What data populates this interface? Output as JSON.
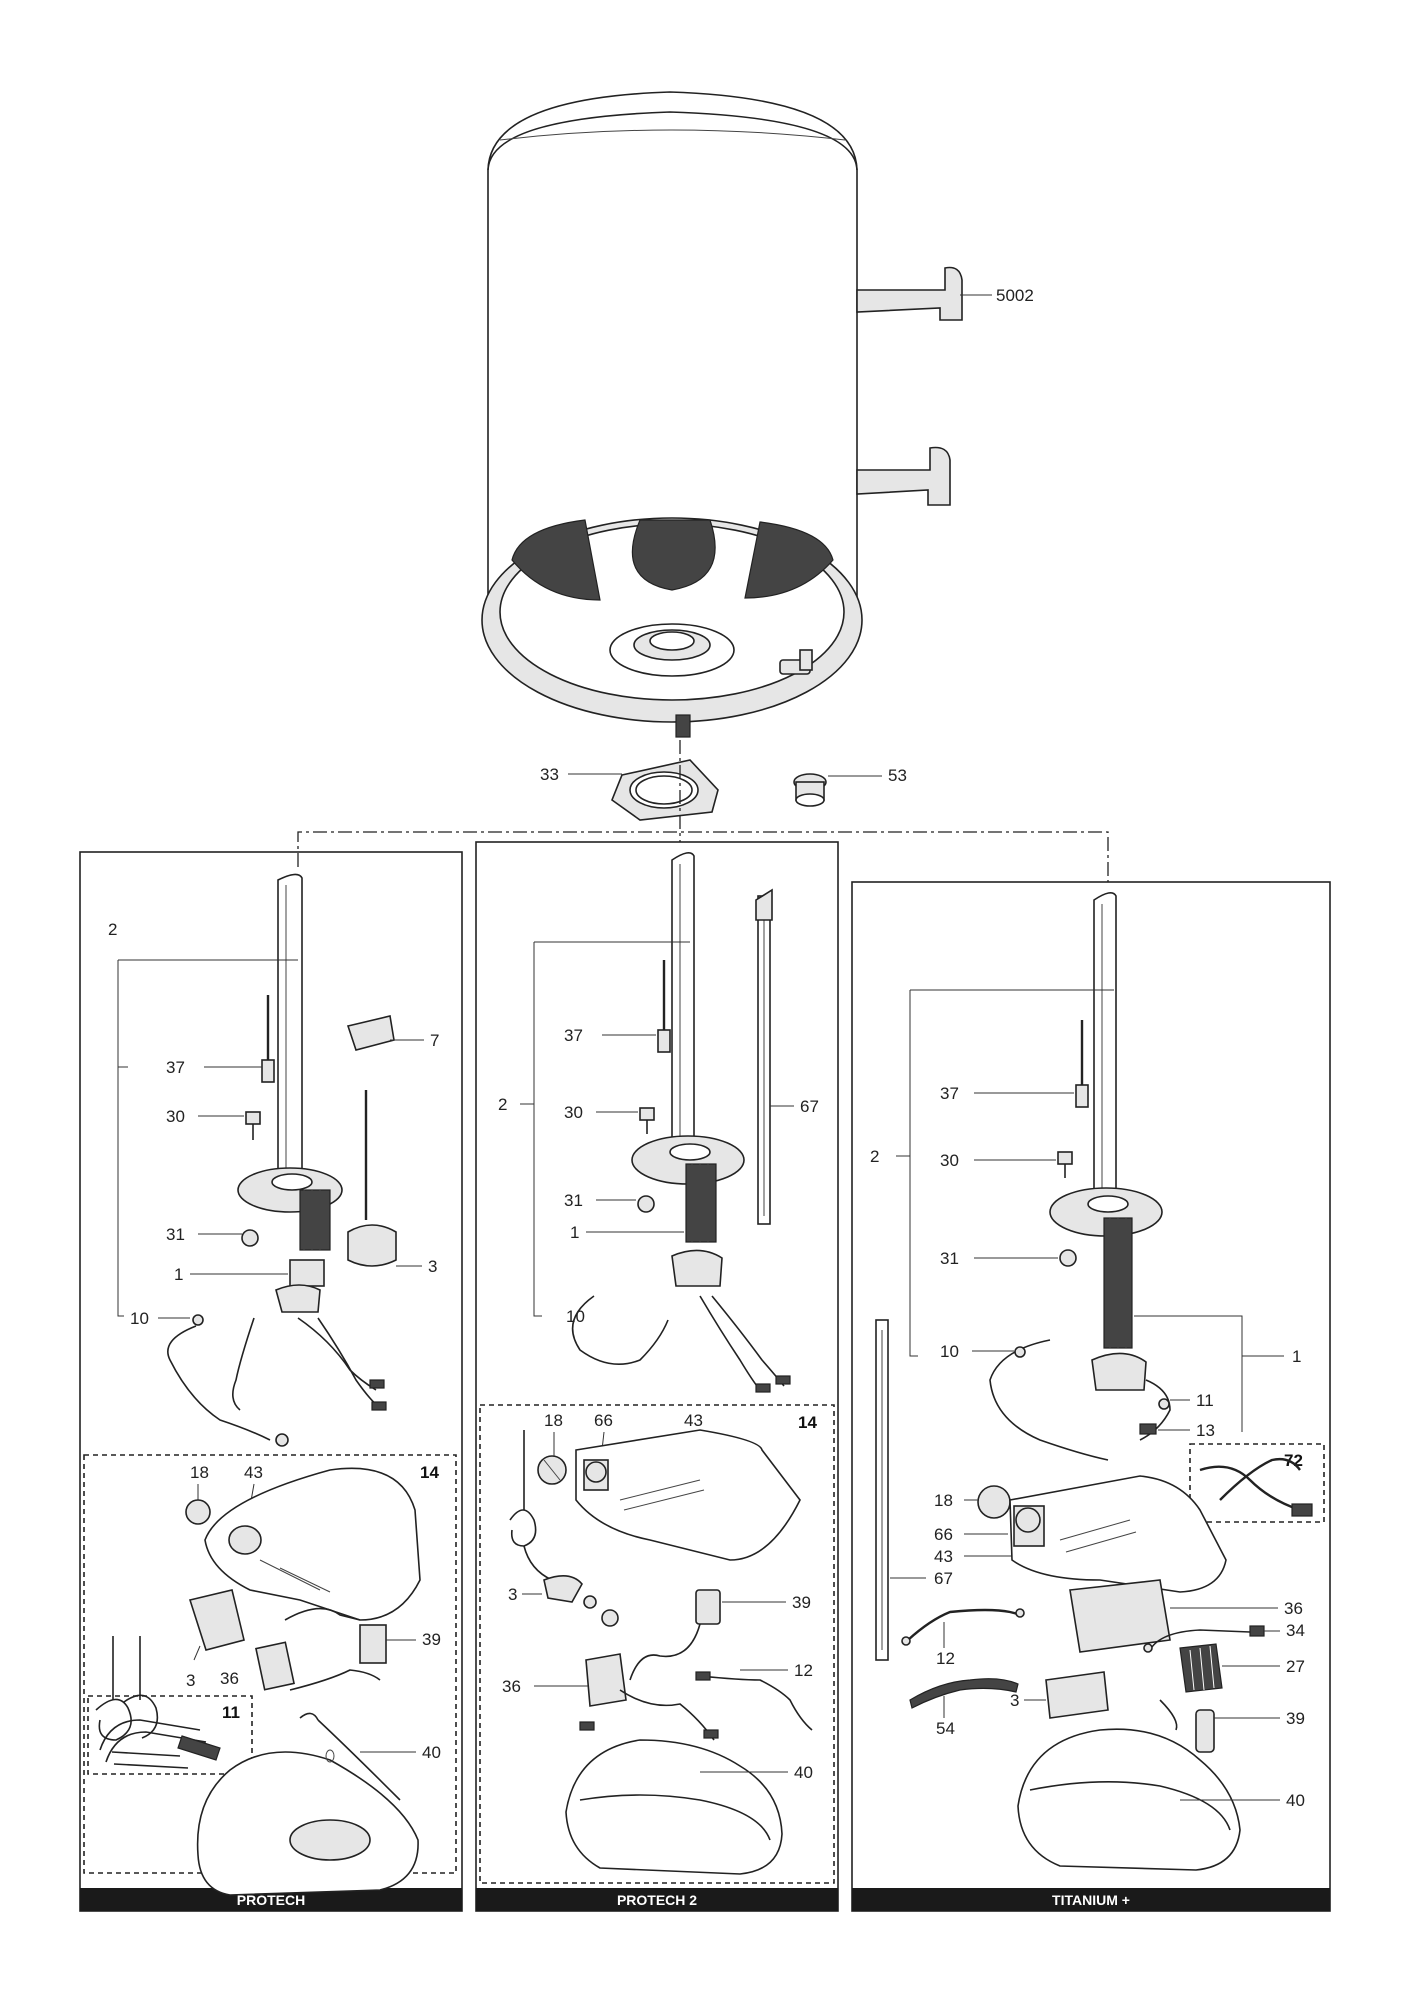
{
  "labels": {
    "l5002": "5002",
    "l33": "33",
    "l53": "53",
    "p1_2": "2",
    "p1_37": "37",
    "p1_7": "7",
    "p1_30": "30",
    "p1_31": "31",
    "p1_1": "1",
    "p1_3": "3",
    "p1_10": "10",
    "p1_14": "14",
    "p1_18": "18",
    "p1_43": "43",
    "p1_39": "39",
    "p1_3b": "3",
    "p1_36": "36",
    "p1_11": "11",
    "p1_40": "40",
    "p2_2": "2",
    "p2_37": "37",
    "p2_30": "30",
    "p2_67": "67",
    "p2_31": "31",
    "p2_1": "1",
    "p2_10": "10",
    "p2_18": "18",
    "p2_66": "66",
    "p2_43": "43",
    "p2_14": "14",
    "p2_3": "3",
    "p2_39": "39",
    "p2_12": "12",
    "p2_36": "36",
    "p2_40": "40",
    "p3_2": "2",
    "p3_37": "37",
    "p3_30": "30",
    "p3_31": "31",
    "p3_10": "10",
    "p3_1": "1",
    "p3_11": "11",
    "p3_13": "13",
    "p3_72": "72",
    "p3_18": "18",
    "p3_66": "66",
    "p3_43": "43",
    "p3_67": "67",
    "p3_36": "36",
    "p3_34": "34",
    "p3_12": "12",
    "p3_27": "27",
    "p3_3": "3",
    "p3_54": "54",
    "p3_39": "39",
    "p3_40": "40"
  },
  "panels": {
    "protech": "PROTECH",
    "protech2": "PROTECH 2",
    "titanium": "TITANIUM +"
  }
}
